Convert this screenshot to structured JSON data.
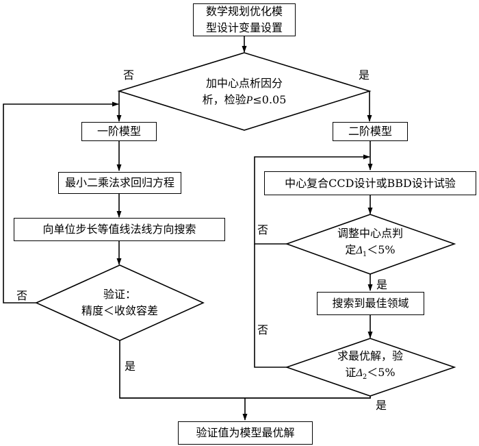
{
  "nodes": {
    "start_line1": "数学规划优化模",
    "start_line2": "型设计变量设置",
    "decision_center_line1": "加中心点析因分",
    "decision_center_line2_pre": "析，检验",
    "decision_center_line2_var": "P",
    "decision_center_line2_post": "≤0.05",
    "first_order_model": "一阶模型",
    "least_squares": "最小二乘法求回归方程",
    "steepest_path": "向单位步长等值线法线方向搜索",
    "verify_line1": "验证：",
    "verify_line2": "精度＜收敛容差",
    "second_order_model": "二阶模型",
    "ccd_bbd": "中心复合CCD设计或BBD设计试验",
    "adjust_line1": "调整中心点判",
    "adjust_line2_pre": "定",
    "adjust_delta": "Δ",
    "adjust_sub": "1",
    "adjust_line2_post": "＜5%",
    "search_best": "搜索到最佳领域",
    "optimum_line1": "求最优解，验",
    "optimum_line2_pre": "证",
    "optimum_delta": "Δ",
    "optimum_sub": "2",
    "optimum_line2_post": "＜5%",
    "final": "验证值为模型最优解"
  },
  "labels": {
    "no": "否",
    "yes": "是"
  }
}
